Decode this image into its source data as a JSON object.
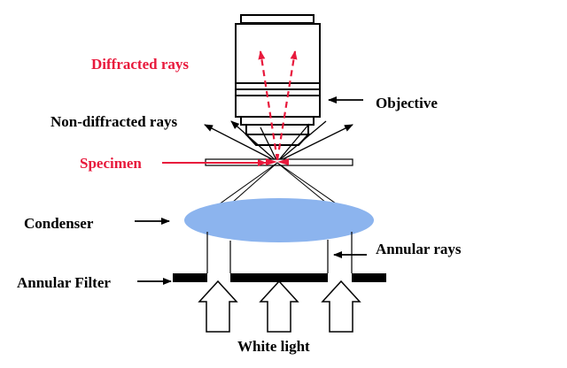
{
  "labels": {
    "diffracted_rays": "Diffracted rays",
    "objective": "Objective",
    "non_diffracted_rays": "Non-diffracted rays",
    "specimen": "Specimen",
    "condenser": "Condenser",
    "annular_rays": "Annular rays",
    "annular_filter": "Annular Filter",
    "white_light": "White light"
  },
  "colors": {
    "highlight": "#e8193c",
    "line": "#000000",
    "condenser_fill": "#8cb4ee"
  }
}
